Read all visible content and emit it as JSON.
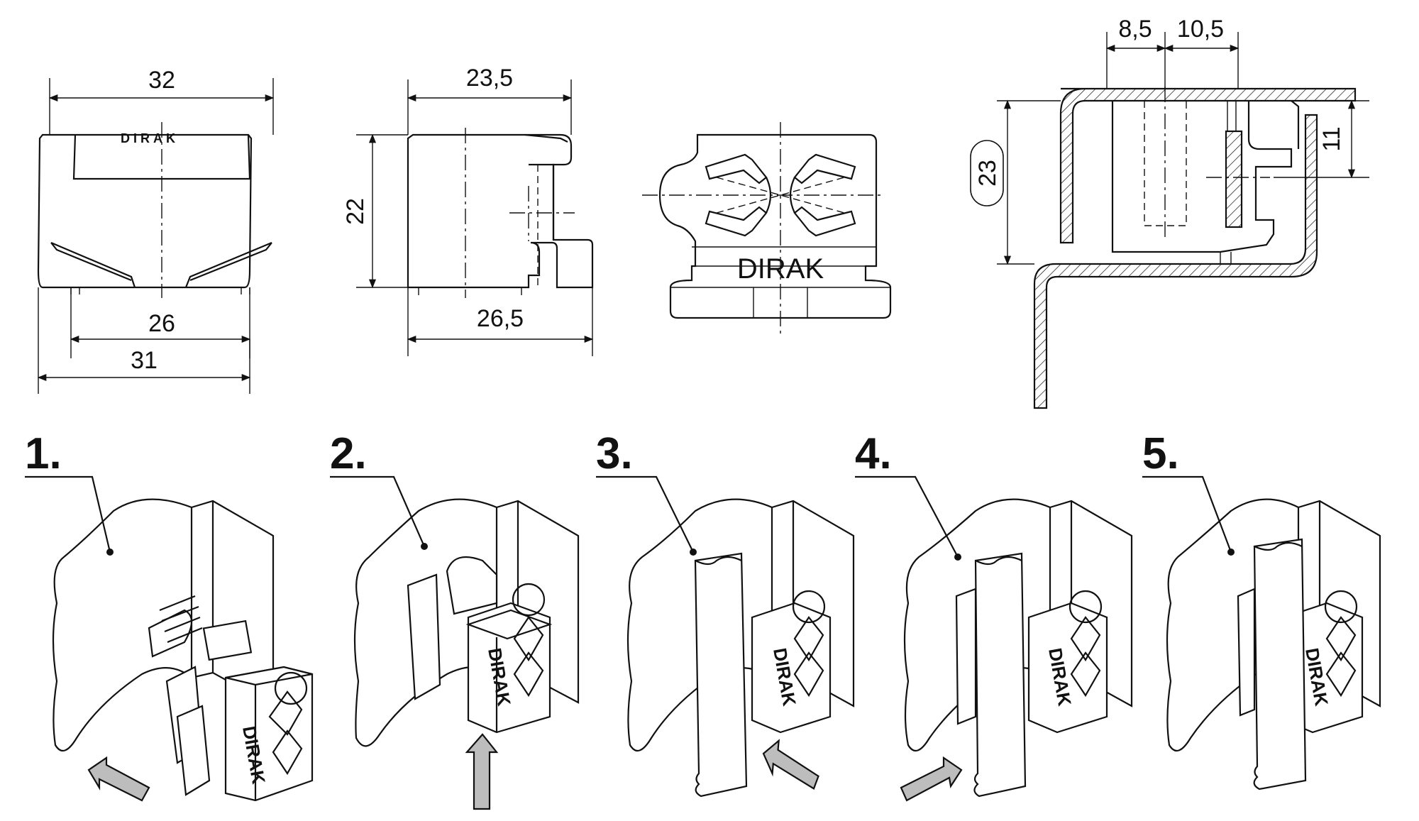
{
  "dimensions": {
    "front_width_top": "32",
    "front_width_inner": "26",
    "front_width_bottom": "31",
    "side_depth_top": "23,5",
    "side_height": "22",
    "side_depth_bottom": "26,5",
    "section_offset_left": "8,5",
    "section_offset_right": "10,5",
    "section_height": "23",
    "section_gap": "11"
  },
  "brand_text": "DIRAK",
  "steps": [
    "1.",
    "2.",
    "3.",
    "4.",
    "5."
  ]
}
